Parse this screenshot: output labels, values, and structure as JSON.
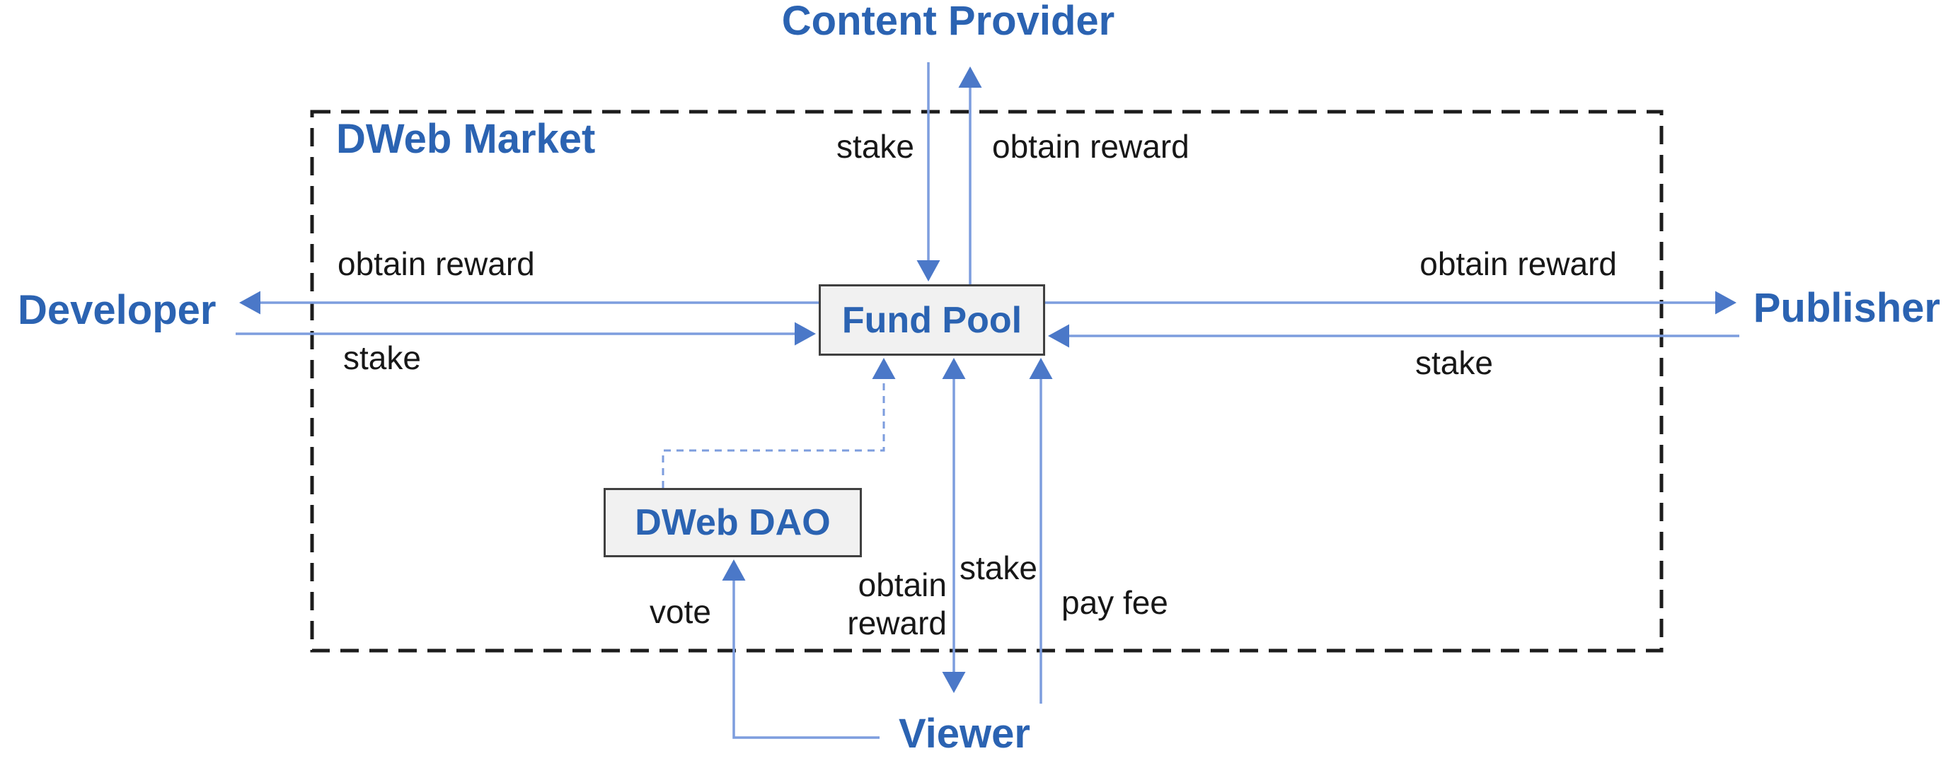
{
  "market": {
    "label": "DWeb Market"
  },
  "nodes": {
    "content_provider": "Content Provider",
    "developer": "Developer",
    "publisher": "Publisher",
    "viewer": "Viewer",
    "fund_pool": "Fund Pool",
    "dweb_dao": "DWeb DAO"
  },
  "relations": [
    {
      "from": "Content Provider",
      "to": "Fund Pool",
      "label": "stake",
      "style": "solid"
    },
    {
      "from": "Fund Pool",
      "to": "Content Provider",
      "label": "obtain reward",
      "style": "solid"
    },
    {
      "from": "Fund Pool",
      "to": "Developer",
      "label": "obtain reward",
      "style": "solid"
    },
    {
      "from": "Developer",
      "to": "Fund Pool",
      "label": "stake",
      "style": "solid"
    },
    {
      "from": "Fund Pool",
      "to": "Publisher",
      "label": "obtain reward",
      "style": "solid"
    },
    {
      "from": "Publisher",
      "to": "Fund Pool",
      "label": "stake",
      "style": "solid"
    },
    {
      "from": "DWeb DAO",
      "to": "Fund Pool",
      "label": "",
      "style": "dashed"
    },
    {
      "from": "Viewer",
      "to": "Fund Pool",
      "label": "stake",
      "style": "solid"
    },
    {
      "from": "Fund Pool",
      "to": "Viewer",
      "label": "obtain reward",
      "label_lines": [
        "obtain",
        "reward"
      ],
      "style": "solid"
    },
    {
      "from": "Viewer",
      "to": "Fund Pool",
      "label": "pay fee",
      "style": "solid"
    },
    {
      "from": "Viewer",
      "to": "DWeb DAO",
      "label": "vote",
      "style": "solid"
    }
  ],
  "colors": {
    "blue_text": "#2b63b2",
    "arrow_line": "#7d9dde",
    "arrow_head": "#4b78c8",
    "box_fill": "#f1f1f1",
    "box_border": "#404040",
    "market_border": "#1c1c1c",
    "label_text": "#171717"
  }
}
